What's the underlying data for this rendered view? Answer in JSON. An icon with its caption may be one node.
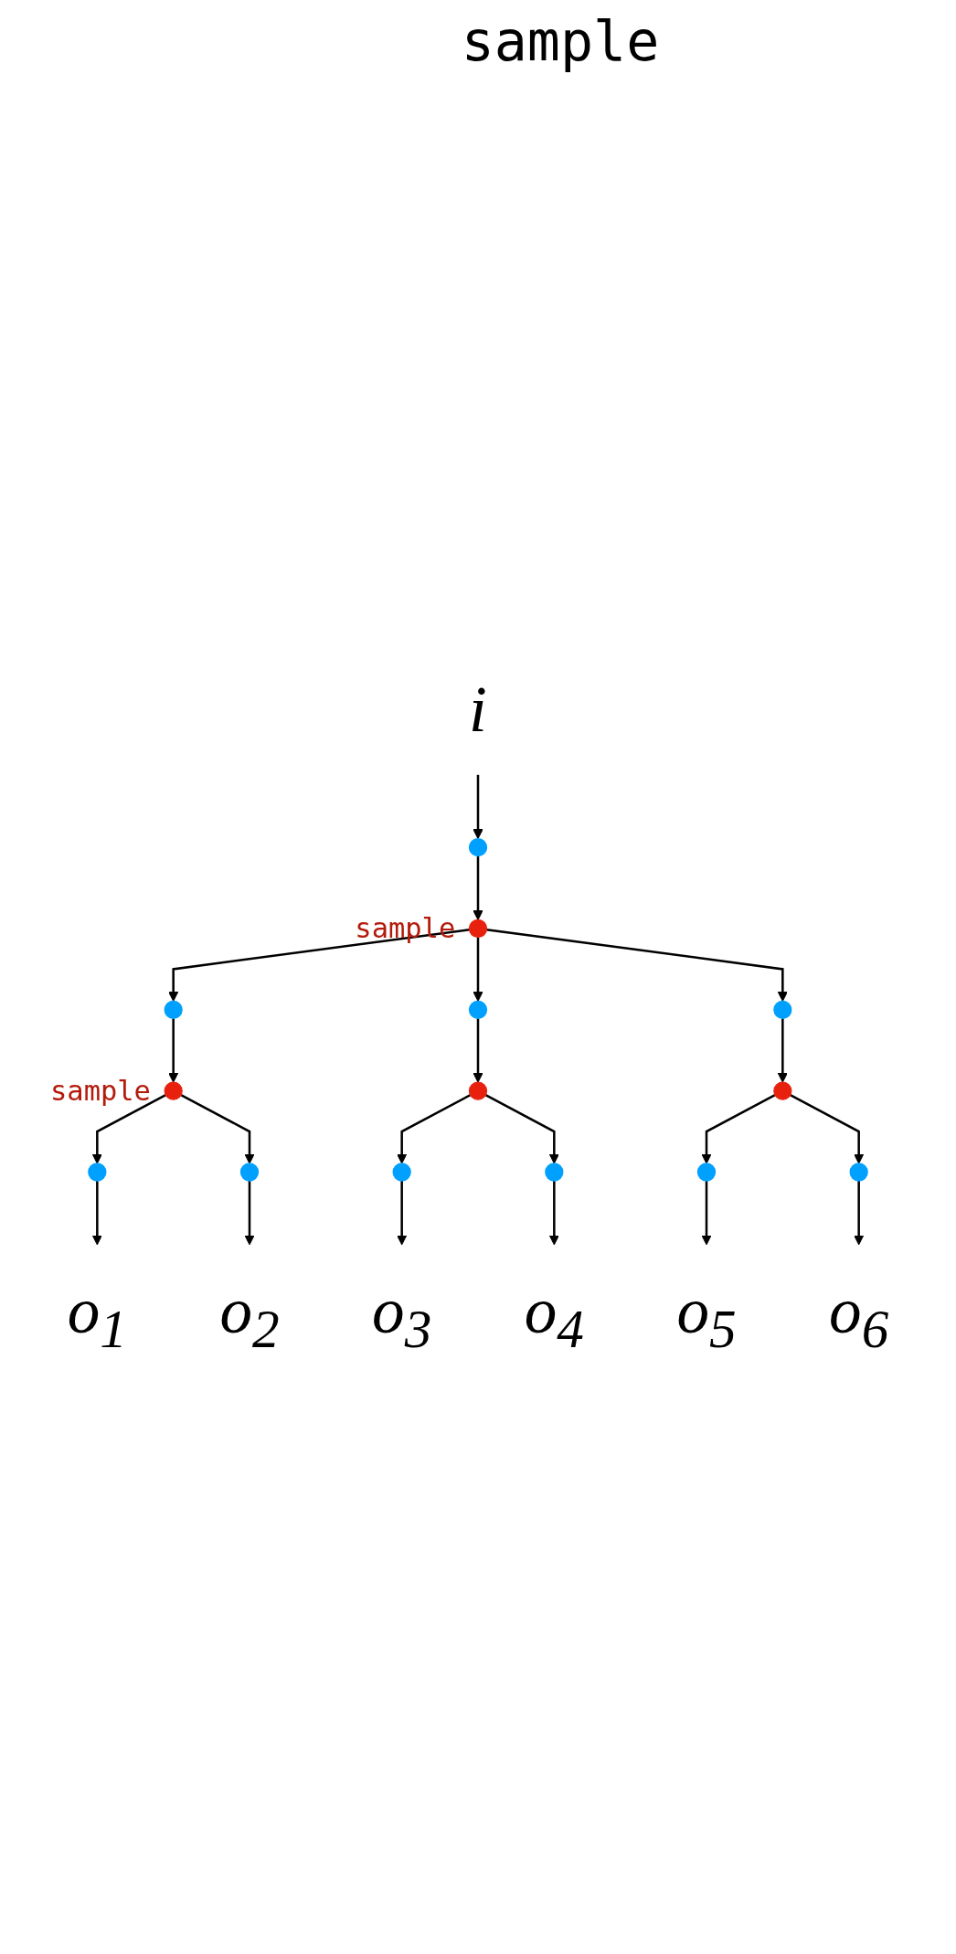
{
  "diagram": {
    "title": "sample",
    "nodes": [
      {
        "text": [
          "i"
        ]
      },
      {
        "text": [],
        "shape": "circle"
      },
      {
        "text": [],
        "shape": "circle",
        "beside": [
          "sample"
        ]
      },
      {
        "text": [],
        "shape": "circle"
      },
      {
        "text": [],
        "shape": "circle"
      },
      {
        "text": [],
        "shape": "circle"
      },
      {
        "text": [],
        "shape": "circle",
        "beside": [
          "sample"
        ]
      },
      {
        "text": [],
        "shape": "circle"
      },
      {
        "text": [],
        "shape": "circle"
      },
      {
        "text": [],
        "shape": "circle"
      },
      {
        "text": [],
        "shape": "circle"
      },
      {
        "text": [],
        "shape": "circle"
      },
      {
        "text": [],
        "shape": "circle"
      },
      {
        "text": [],
        "shape": "circle"
      },
      {
        "text": [],
        "shape": "circle"
      },
      {
        "text": [
          "o$_{1}$"
        ]
      },
      {
        "text": [
          "o$_{2}$"
        ]
      },
      {
        "text": [
          "o$_{3}$"
        ]
      },
      {
        "text": [
          "o$_{4}$"
        ]
      },
      {
        "text": [
          "o$_{5}$"
        ]
      },
      {
        "text": [
          "o$_{6}$"
        ]
      }
    ],
    "edges": [
      {
        "from": 0,
        "to": 1,
        "arrow": "to"
      },
      {
        "from": 1,
        "to": 2,
        "arrow": "to"
      },
      {
        "from": 2,
        "to": 3,
        "arrow": "to"
      },
      {
        "from": 2,
        "to": 4,
        "arrow": "to"
      },
      {
        "from": 2,
        "to": 5,
        "arrow": "to"
      },
      {
        "from": 3,
        "to": 6,
        "arrow": "to"
      },
      {
        "from": 4,
        "to": 7,
        "arrow": "to"
      },
      {
        "from": 5,
        "to": 8,
        "arrow": "to"
      },
      {
        "from": 6,
        "to": 9,
        "arrow": "to"
      },
      {
        "from": 6,
        "to": 10,
        "arrow": "to"
      },
      {
        "from": 7,
        "to": 11,
        "arrow": "to"
      },
      {
        "from": 7,
        "to": 12,
        "arrow": "to"
      },
      {
        "from": 8,
        "to": 13,
        "arrow": "to"
      },
      {
        "from": 8,
        "to": 14,
        "arrow": "to"
      },
      {
        "from": 9,
        "to": 15,
        "arrow": "to"
      },
      {
        "from": 10,
        "to": 16,
        "arrow": "to"
      },
      {
        "from": 11,
        "to": 17,
        "arrow": "to"
      },
      {
        "from": 12,
        "to": 18,
        "arrow": "to"
      },
      {
        "from": 13,
        "to": 19,
        "arrow": "to"
      },
      {
        "from": 14,
        "to": 20,
        "arrow": "to"
      }
    ]
  }
}
